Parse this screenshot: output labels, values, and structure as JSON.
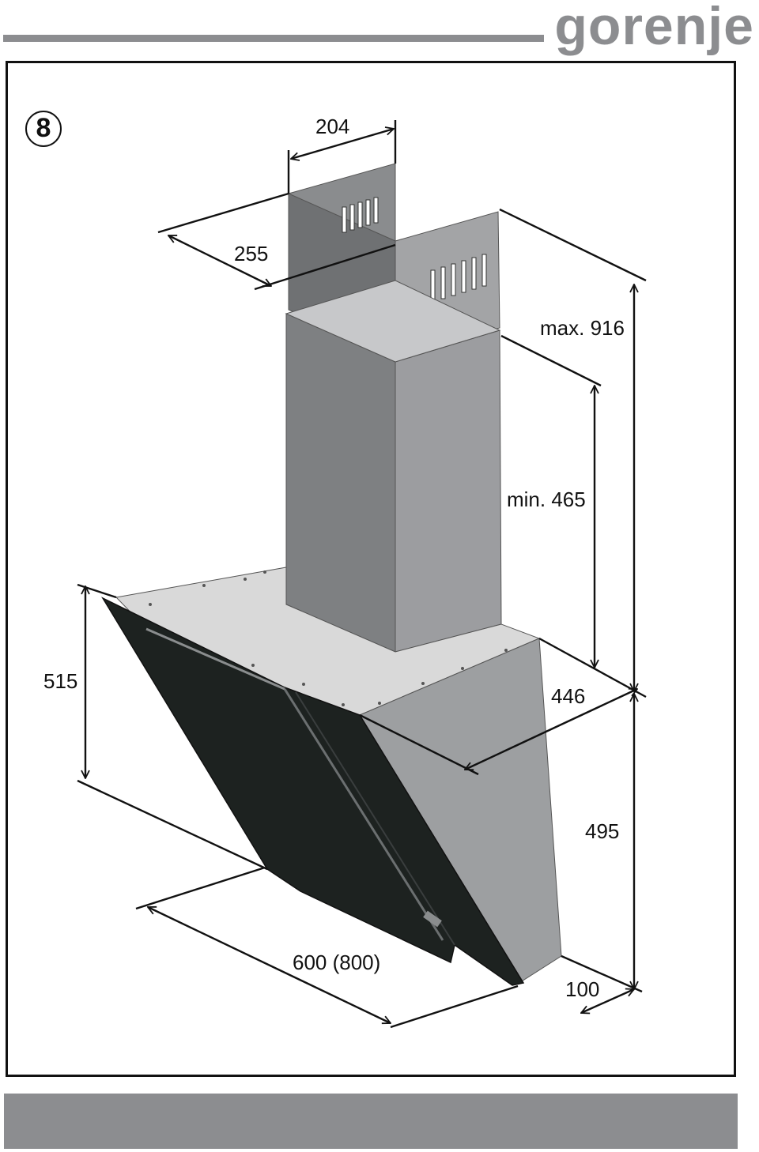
{
  "brand": "gorenje",
  "step_number": "8",
  "dimensions": {
    "chimney_width": "204",
    "chimney_depth": "255",
    "max_height": "max. 916",
    "min_height": "min. 465",
    "hood_depth": "446",
    "front_height": "515",
    "body_height": "495",
    "width": "600 (800)",
    "base_depth": "100"
  },
  "colors": {
    "brand_gray": "#8c8d90",
    "glass": "#1d2220",
    "steel_light": "#d9d9d9",
    "steel_mid": "#9b9c9e",
    "steel_dark": "#7c7e80"
  }
}
